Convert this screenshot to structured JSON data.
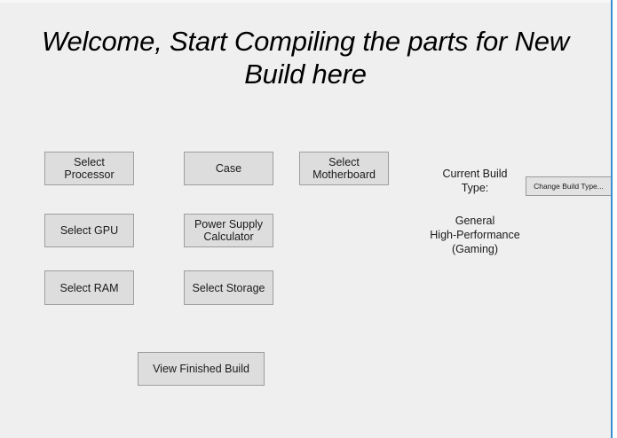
{
  "window": {
    "background_color": "#efefef",
    "accent_edge_color": "#3a8fd0"
  },
  "header": {
    "title": "Welcome, Start Compiling the parts for New Build here"
  },
  "parts_buttons": [
    {
      "name": "select-processor",
      "label": "Select\nProcessor"
    },
    {
      "name": "case",
      "label": "Case"
    },
    {
      "name": "select-motherboard",
      "label": "Select\nMotherboard"
    },
    {
      "name": "select-gpu",
      "label": "Select GPU"
    },
    {
      "name": "power-supply-calculator",
      "label": "Power Supply\nCalculator"
    },
    {
      "name": "select-ram",
      "label": "Select RAM"
    },
    {
      "name": "select-storage",
      "label": "Select Storage"
    }
  ],
  "view_build": {
    "label": "View Finished Build"
  },
  "build_type": {
    "label": "Current Build\nType:",
    "value": "General\nHigh-Performance\n(Gaming)",
    "change_button_label": "Change Build Type..."
  },
  "theme": {
    "button_fill": "#dddddd",
    "button_border": "#9e9e9e",
    "text_color": "#1a1a1a"
  }
}
